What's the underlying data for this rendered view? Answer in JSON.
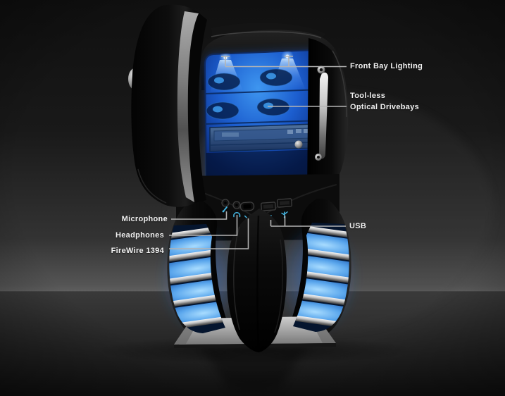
{
  "scene": {
    "alt_text": "Black gaming PC tower case with open front door, blue LED lighting and annotated front features",
    "labels": {
      "front_bay_lighting": "Front Bay Lighting",
      "toolless_optical_drivebays": "Tool-less\nOptical Drivebays",
      "microphone": "Microphone",
      "headphones": "Headphones",
      "firewire": "FireWire 1394",
      "usb": "USB"
    },
    "ports_left_to_right": [
      "microphone-jack",
      "headphones-jack",
      "firewire-1394-port",
      "usb-port",
      "usb-port"
    ],
    "colors": {
      "label_text": "#f2f2f2",
      "leader_line": "#b4b4b4",
      "bay_glow_blue": "#1c5ecf",
      "vent_glow_blue": "#5fa9ec",
      "port_icon_blue": "#45b8e6",
      "chrome": "#d9d9d9",
      "case_black": "#0a0a0a",
      "base_silver": "#b9b9b9"
    }
  }
}
